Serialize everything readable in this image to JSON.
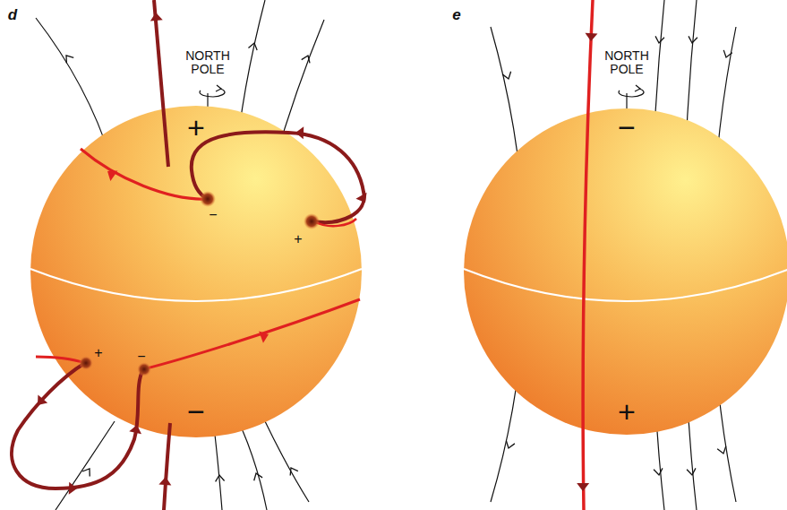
{
  "diagram": {
    "labels": [
      "d",
      "NORTH POLE",
      "+",
      "−",
      "+",
      "+",
      "−",
      "−",
      "e",
      "NORTH POLE",
      "−",
      "+"
    ]
  }
}
